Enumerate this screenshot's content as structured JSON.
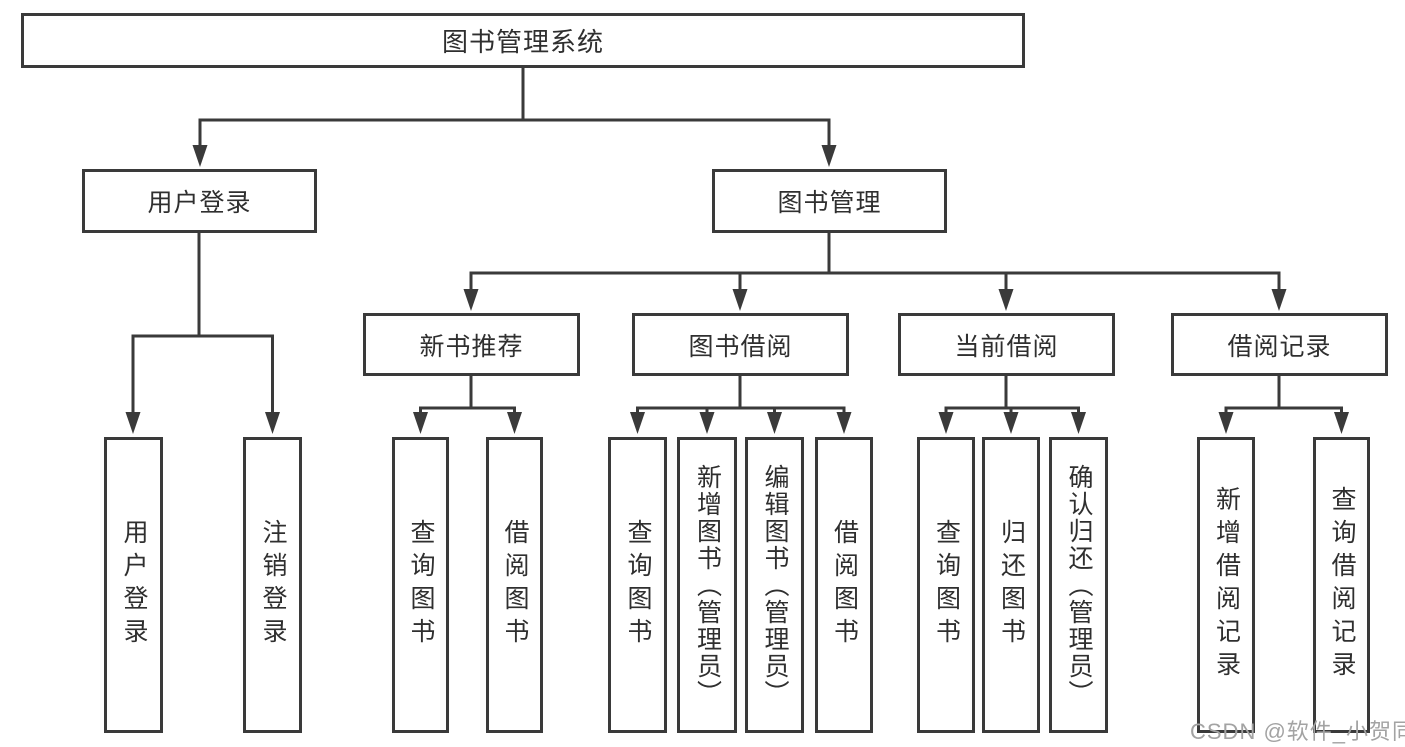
{
  "diagram": {
    "title": "图书管理系统",
    "branches": [
      {
        "label": "用户登录",
        "children": [
          {
            "label": "用户登录"
          },
          {
            "label": "注销登录"
          }
        ]
      },
      {
        "label": "图书管理",
        "children": [
          {
            "label": "新书推荐",
            "children": [
              {
                "label": "查询图书"
              },
              {
                "label": "借阅图书"
              }
            ]
          },
          {
            "label": "图书借阅",
            "children": [
              {
                "label": "查询图书"
              },
              {
                "label": "新增图书（管理员）"
              },
              {
                "label": "编辑图书（管理员）"
              },
              {
                "label": "借阅图书"
              }
            ]
          },
          {
            "label": "当前借阅",
            "children": [
              {
                "label": "查询图书"
              },
              {
                "label": "归还图书"
              },
              {
                "label": "确认归还（管理员）"
              }
            ]
          },
          {
            "label": "借阅记录",
            "children": [
              {
                "label": "新增借阅记录"
              },
              {
                "label": "查询借阅记录"
              }
            ]
          }
        ]
      }
    ]
  },
  "watermark": "CSDN @软件_小贺同学",
  "colors": {
    "line": "#3a3a3a",
    "text": "#2f2f2f",
    "watermark": "#a3a3a3",
    "background": "#ffffff"
  }
}
